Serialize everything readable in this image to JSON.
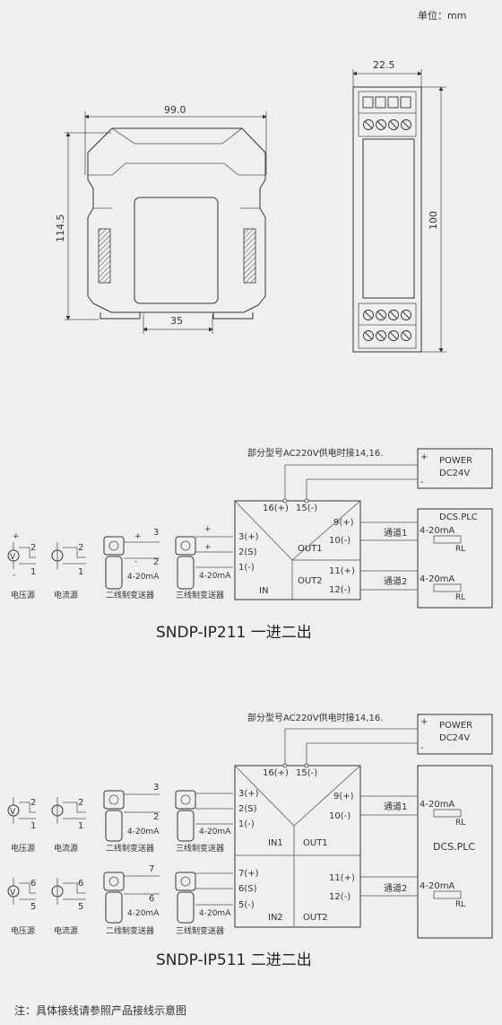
{
  "unit_label": "单位：mm",
  "dimensions": {
    "width": "99.0",
    "height": "114.5",
    "rail": "35",
    "side_width": "22.5",
    "side_height": "100"
  },
  "ip211": {
    "note": "部分型号AC220V供电时接14,16.",
    "power": {
      "line1": "POWER",
      "line2": "DC24V",
      "plus": "+",
      "minus": "-"
    },
    "term_power_pos": "16(+)",
    "term_power_neg": "15(-)",
    "in_terms": [
      "3(+)",
      "2(S)",
      "1(-)"
    ],
    "in_label": "IN",
    "out1_label": "OUT1",
    "out2_label": "OUT2",
    "out1_terms": [
      "9(+)",
      "10(-)"
    ],
    "out2_terms": [
      "11(+)",
      "12(-)"
    ],
    "ch1": "通道1",
    "ch2": "通道2",
    "current": "4-20mA",
    "rl": "RL",
    "dcs": "DCS.PLC",
    "title": "SNDP-IP211    一进二出"
  },
  "ip511": {
    "note": "部分型号AC220V供电时接14,16.",
    "power": {
      "line1": "POWER",
      "line2": "DC24V",
      "plus": "+",
      "minus": "-"
    },
    "term_power_pos": "16(+)",
    "term_power_neg": "15(-)",
    "in1_terms": [
      "3(+)",
      "2(S)",
      "1(-)"
    ],
    "in2_terms": [
      "7(+)",
      "6(S)",
      "5(-)"
    ],
    "in1_label": "IN1",
    "in2_label": "IN2",
    "out1_label": "OUT1",
    "out2_label": "OUT2",
    "out1_terms": [
      "9(+)",
      "10(-)"
    ],
    "out2_terms": [
      "11(+)",
      "12(-)"
    ],
    "ch1": "通道1",
    "ch2": "通道2",
    "current": "4-20mA",
    "rl": "RL",
    "dcs": "DCS.PLC",
    "title": "SNDP-IP511    二进二出"
  },
  "sources": {
    "voltage": "电压源",
    "current": "电流源",
    "two_wire": "二线制变送器",
    "three_wire": "三线制变送器",
    "v_symbol": "V",
    "plus": "+",
    "minus": "-",
    "tx_current": "4-20mA",
    "row1_nums": [
      "2",
      "1",
      "3",
      "2"
    ],
    "row2_nums": [
      "6",
      "5",
      "7",
      "6"
    ]
  },
  "footnote": "注：具体接线请参照产品接线示意图"
}
